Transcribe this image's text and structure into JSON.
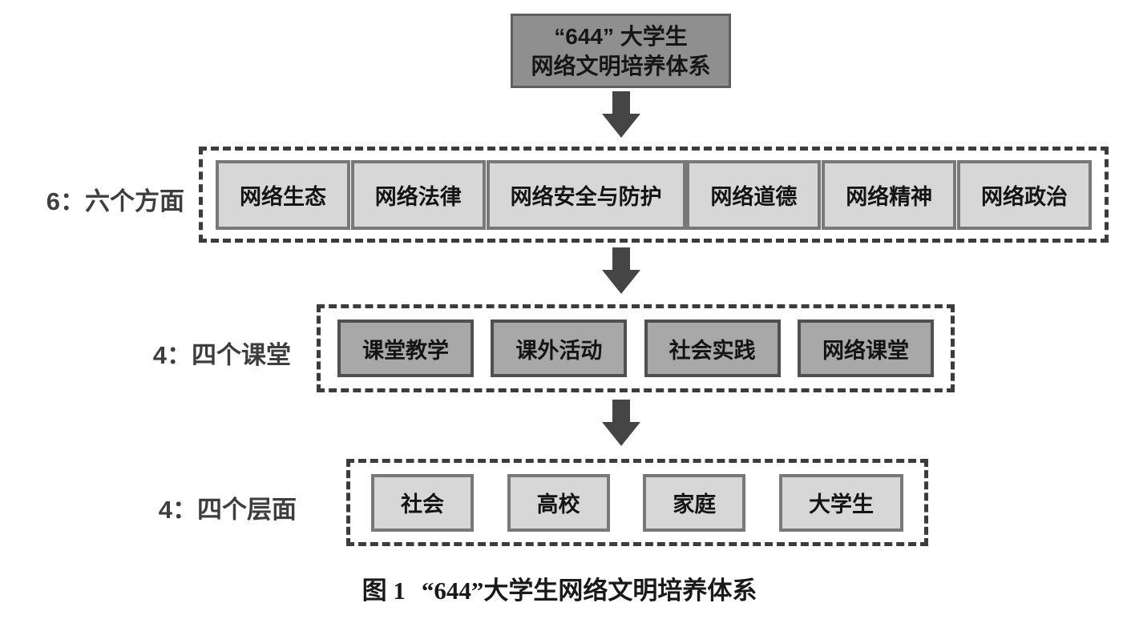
{
  "diagram": {
    "root": {
      "line1": "“644” 大学生",
      "line2": "网络文明培养体系"
    },
    "rows": [
      {
        "label": "6：六个方面",
        "items": [
          "网络生态",
          "网络法律",
          "网络安全与防护",
          "网络道德",
          "网络精神",
          "网络政治"
        ],
        "tone": "light"
      },
      {
        "label": "4：四个课堂",
        "items": [
          "课堂教学",
          "课外活动",
          "社会实践",
          "网络课堂"
        ],
        "tone": "dark"
      },
      {
        "label": "4：四个层面",
        "items": [
          "社会",
          "高校",
          "家庭",
          "大学生"
        ],
        "tone": "light"
      }
    ],
    "caption_prefix": "图 1",
    "caption_title": "“644”大学生网络文明培养体系",
    "colors": {
      "root_fill": "#8f8f8f",
      "root_border": "#5f5f5f",
      "node_light_fill": "#d7d7d7",
      "node_light_border": "#787878",
      "node_dark_fill": "#a8a8a8",
      "node_dark_border": "#505050",
      "dashed_border": "#3c3c3c",
      "arrow": "#454545",
      "text": "#141414"
    }
  }
}
